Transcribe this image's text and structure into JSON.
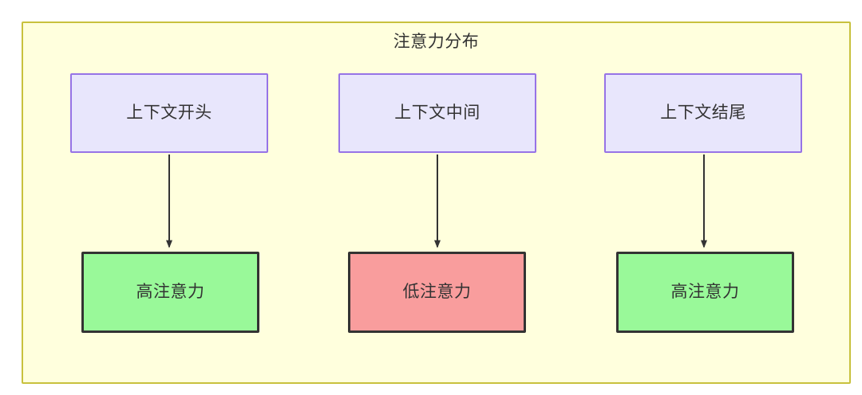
{
  "diagram": {
    "title": "注意力分布",
    "container_fill": "#ffffdd",
    "container_stroke": "#c8c13d",
    "nodes": [
      {
        "id": "ctx-start",
        "label": "上下文开头",
        "fill": "#e8e6fc",
        "stroke": "#9673e6",
        "row": "context"
      },
      {
        "id": "ctx-middle",
        "label": "上下文中间",
        "fill": "#e8e6fc",
        "stroke": "#9673e6",
        "row": "context"
      },
      {
        "id": "ctx-end",
        "label": "上下文结尾",
        "fill": "#e8e6fc",
        "stroke": "#9673e6",
        "row": "context"
      },
      {
        "id": "attn-start",
        "label": "高注意力",
        "fill": "#99f999",
        "stroke": "#333333",
        "row": "attention"
      },
      {
        "id": "attn-middle",
        "label": "低注意力",
        "fill": "#f99d9d",
        "stroke": "#333333",
        "row": "attention"
      },
      {
        "id": "attn-end",
        "label": "高注意力",
        "fill": "#99f999",
        "stroke": "#333333",
        "row": "attention"
      }
    ],
    "edges": [
      {
        "from": "ctx-start",
        "to": "attn-start",
        "label": "",
        "arrow": "triangle"
      },
      {
        "from": "ctx-middle",
        "to": "attn-middle",
        "label": "",
        "arrow": "triangle"
      },
      {
        "from": "ctx-end",
        "to": "attn-end",
        "label": "",
        "arrow": "triangle"
      }
    ],
    "edge_color": "#333333"
  }
}
